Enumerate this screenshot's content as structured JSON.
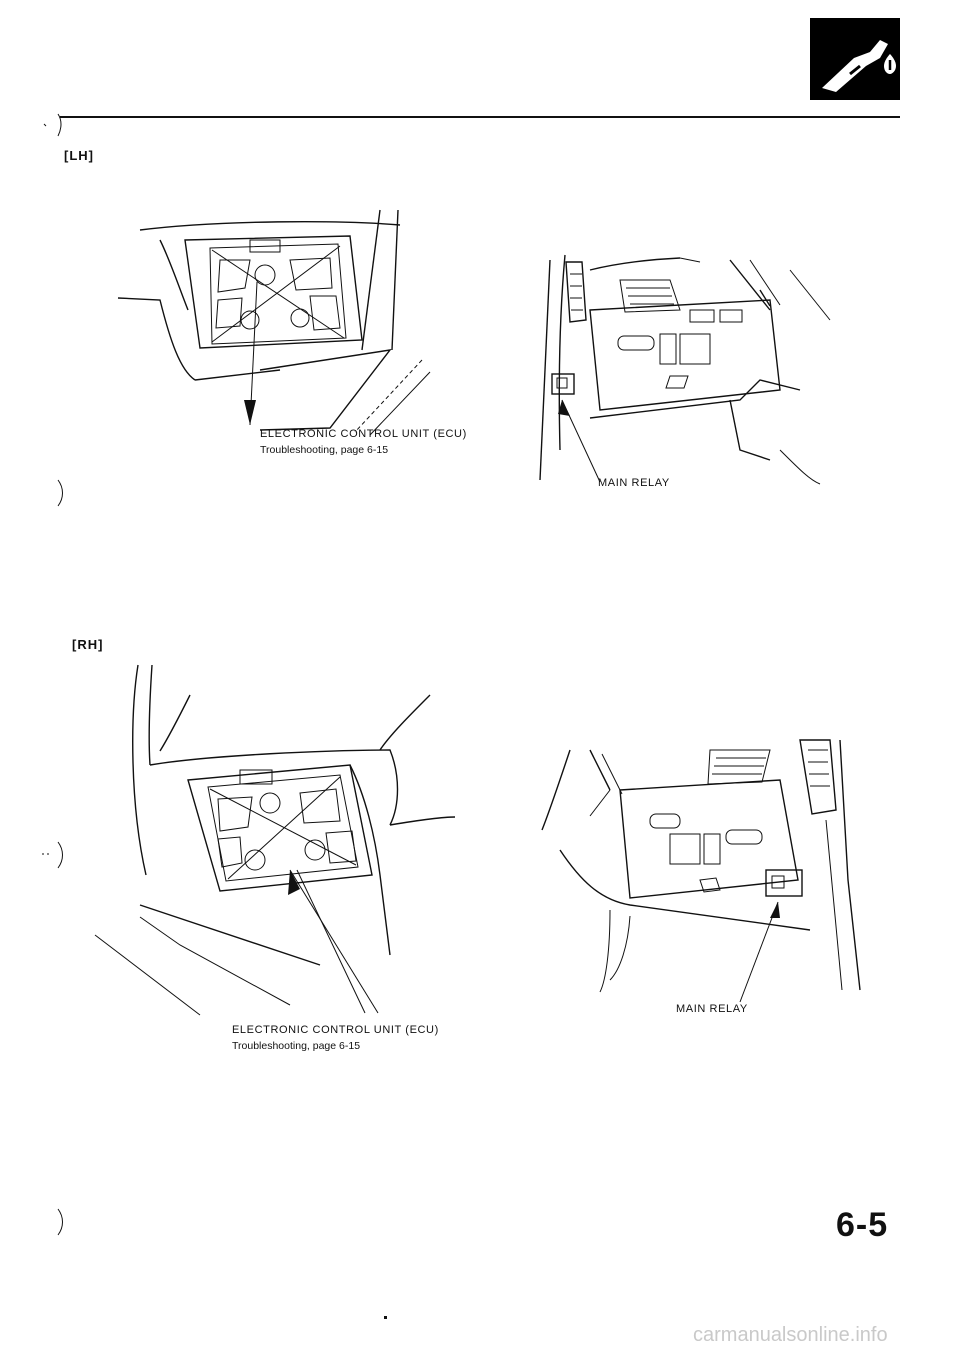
{
  "header": {
    "icon_name": "fuel-nozzle-icon"
  },
  "lh": {
    "label": "[LH]",
    "ecu_title": "ELECTRONIC CONTROL UNIT (ECU)",
    "ecu_ref": "Troubleshooting, page 6-15",
    "relay_title": "MAIN RELAY"
  },
  "rh": {
    "label": "[RH]",
    "ecu_title": "ELECTRONIC CONTROL UNIT (ECU)",
    "ecu_ref": "Troubleshooting, page 6-15",
    "relay_title": "MAIN RELAY"
  },
  "footer": {
    "page_number": "6-5",
    "watermark": "carmanualsonline.info"
  }
}
